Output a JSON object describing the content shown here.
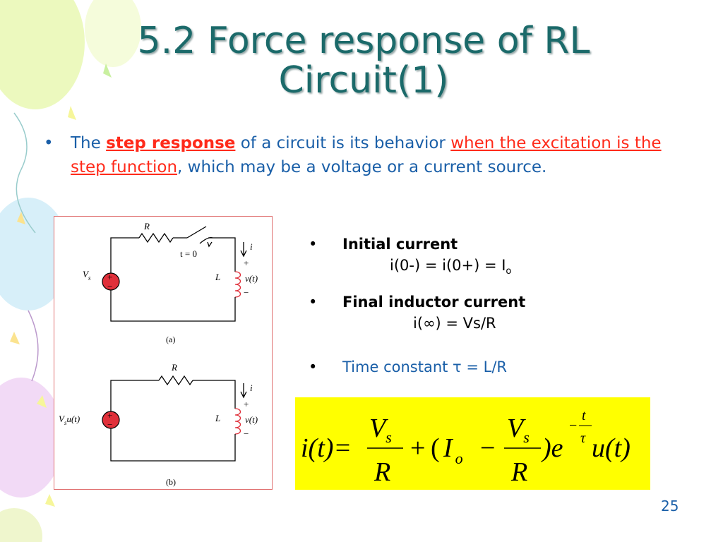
{
  "slide": {
    "title_line1": "5.2 Force response of RL",
    "title_line2": "Circuit(1)",
    "bullet_symbol": "•",
    "main_bullet": {
      "part1": "The ",
      "term": "step response",
      "part2": " of a circuit is its behavior ",
      "highlight": "when the excitation is the step function",
      "part3": ", which may be a voltage or a current source."
    },
    "points": [
      {
        "label": "Initial current",
        "formula": "i(0-) = i(0+) = I",
        "subscript": "o"
      },
      {
        "label": "Final inductor current",
        "formula": "i(∞) = Vs/R"
      },
      {
        "label": "Time constant τ = L/R"
      }
    ],
    "equation": {
      "lhs": "i(t)=",
      "numerator": "V",
      "num_sub": "s",
      "denominator": "R",
      "plus": "+",
      "open": "(",
      "Io": "I",
      "Io_sub": "o",
      "minus": "−",
      "close": ")e",
      "exp_neg": "−",
      "exp_num": "t",
      "exp_den": "τ",
      "tail": "u(t)"
    },
    "circuit_a": {
      "R": "R",
      "switch": "t = 0",
      "i": "i",
      "plus": "+",
      "minus": "−",
      "L": "L",
      "v": "v(t)",
      "Vs": "V",
      "Vs_sub": "s",
      "caption": "(a)"
    },
    "circuit_b": {
      "R": "R",
      "i": "i",
      "plus": "+",
      "minus": "−",
      "L": "L",
      "v": "v(t)",
      "Vs": "V",
      "Vs_sub": "s",
      "Vs_tail": "u(t)",
      "caption": "(b)"
    },
    "page_number": "25"
  },
  "colors": {
    "title": "#1b6a6a",
    "text_blue": "#1a5fa8",
    "highlight_red": "#ff2a1a",
    "formula_bg": "#ffff00",
    "circuit_red": "#e0303a"
  }
}
